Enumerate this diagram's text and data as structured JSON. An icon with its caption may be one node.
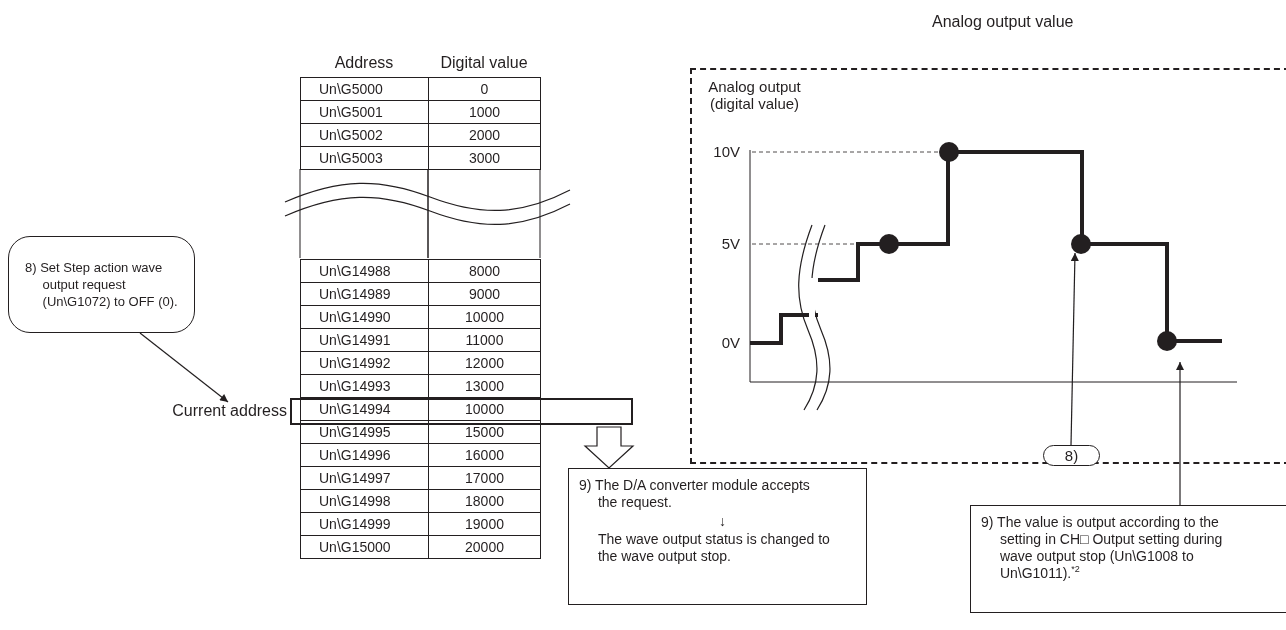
{
  "diagram": {
    "nodes": [
      {
        "text": [
          "8) Set Step action wave output request (Un\\G1072) to OFF (0)."
        ]
      },
      {
        "text": [
          "Current address"
        ]
      },
      {
        "text": [],
        "shape": "box"
      },
      {
        "text": [
          "Analog output value"
        ]
      },
      {
        "text": [
          "8)"
        ],
        "in": 3
      },
      {
        "text": [
          "9) The D/A converter module accepts the request.",
          "↓",
          "The wave output status is changed to the wave output stop."
        ]
      },
      {
        "text": [
          "9) The value is output according to the setting in CH□ Output setting during wave output stop (Un\\G1008 to Un\\G1011).$^{*2}$"
        ]
      }
    ],
    "edges": [
      {
        "from": 0,
        "to": 1,
        "arrow": "to"
      },
      {
        "from": 2,
        "to": 5,
        "arrow": "to",
        "style": "thick"
      },
      {
        "from": 4,
        "to": null,
        "arrow": "to"
      },
      {
        "from": 6,
        "to": null,
        "arrow": "to"
      }
    ],
    "labels": [
      "Address",
      "Digital value",
      "Un\\G5000",
      "0",
      "Un\\G5001",
      "1000",
      "Un\\G5002",
      "2000",
      "Un\\G5003",
      "3000",
      "Un\\G14988",
      "8000",
      "Un\\G14989",
      "9000",
      "Un\\G14990",
      "10000",
      "Un\\G14991",
      "11000",
      "Un\\G14992",
      "12000",
      "Un\\G14993",
      "13000",
      "Un\\G14994",
      "10000",
      "Un\\G14995",
      "15000",
      "Un\\G14996",
      "16000",
      "Un\\G14997",
      "17000",
      "Un\\G14998",
      "18000",
      "Un\\G14999",
      "19000",
      "Un\\G15000",
      "20000",
      "Analog output (digital value)",
      "10V",
      "5V",
      "0V"
    ]
  }
}
